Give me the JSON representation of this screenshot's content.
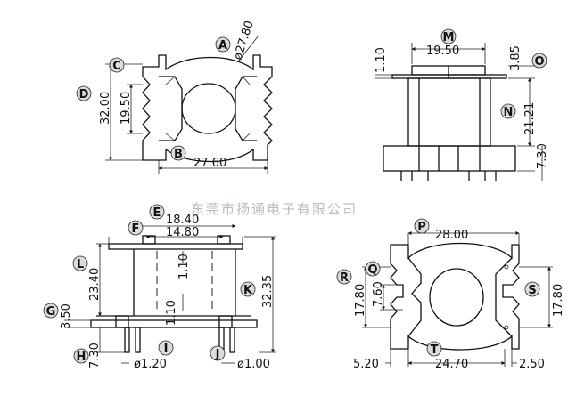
{
  "callouts": {
    "A": "A",
    "B": "B",
    "C": "C",
    "D": "D",
    "E": "E",
    "F": "F",
    "G": "G",
    "H": "H",
    "I": "I",
    "J": "J",
    "K": "K",
    "L": "L",
    "M": "M",
    "N": "N",
    "O": "O",
    "P": "P",
    "Q": "Q",
    "R": "R",
    "S": "S",
    "T": "T"
  },
  "dimensions": {
    "top_left": {
      "diameter": "ø27.80",
      "height_total": "32.00",
      "height_inner": "19.50",
      "width": "27.60"
    },
    "top_right": {
      "width": "19.50",
      "flange": "1.10",
      "top_offset": "3.85",
      "body_height": "21.21",
      "pin_length": "7.30"
    },
    "bottom_left": {
      "outer_width": "18.40",
      "inner_width": "14.80",
      "flange_top": "1.10",
      "flange_bottom": "1.10",
      "height_total": "32.35",
      "height_body": "23.40",
      "base": "3.50",
      "pin_length": "7.30",
      "pin_dia_left": "ø1.20",
      "pin_dia_right": "ø1.00"
    },
    "bottom_right": {
      "width": "28.00",
      "left_height": "17.80",
      "inner_height": "7.60",
      "right_height": "17.80",
      "left_offset": "5.20",
      "center_width": "24.70",
      "right_offset": "2.50"
    }
  },
  "watermark": "东莞市扬通电子有限公司"
}
